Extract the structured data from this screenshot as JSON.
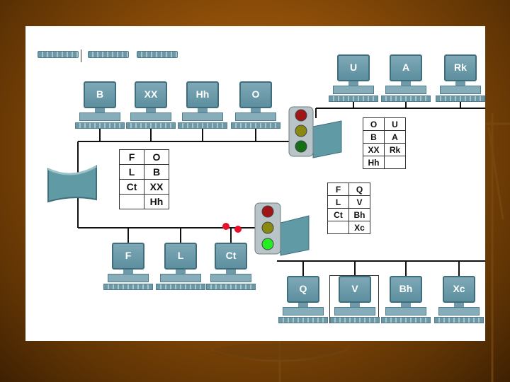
{
  "top_left_hosts": [
    "B",
    "XX",
    "Hh",
    "O"
  ],
  "top_right_hosts": [
    "U",
    "A",
    "Rk"
  ],
  "bottom_left_hosts": [
    "F",
    "L",
    "Ct"
  ],
  "bottom_right_hosts": [
    "Q",
    "V",
    "Bh",
    "Xc"
  ],
  "hub_table": {
    "rows": [
      [
        "F",
        "O"
      ],
      [
        "L",
        "B"
      ],
      [
        "Ct",
        "XX"
      ],
      [
        "",
        "Hh"
      ]
    ]
  },
  "bridge1_table": {
    "rows": [
      [
        "O",
        "U"
      ],
      [
        "B",
        "A"
      ],
      [
        "XX",
        "Rk"
      ],
      [
        "Hh",
        ""
      ]
    ]
  },
  "bridge2_table": {
    "rows": [
      [
        "F",
        "Q"
      ],
      [
        "L",
        "V"
      ],
      [
        "Ct",
        "Bh"
      ],
      [
        "",
        "Xc"
      ]
    ]
  },
  "colors": {
    "background": "#8a4c08",
    "slide": "#ffffff",
    "device": "#6f98a6",
    "red_light": "#a01515",
    "amber_light": "#8a8a10",
    "green_light_dim": "#157015",
    "green_light_bright": "#22ee22",
    "frame_marker": "#e8102a"
  }
}
